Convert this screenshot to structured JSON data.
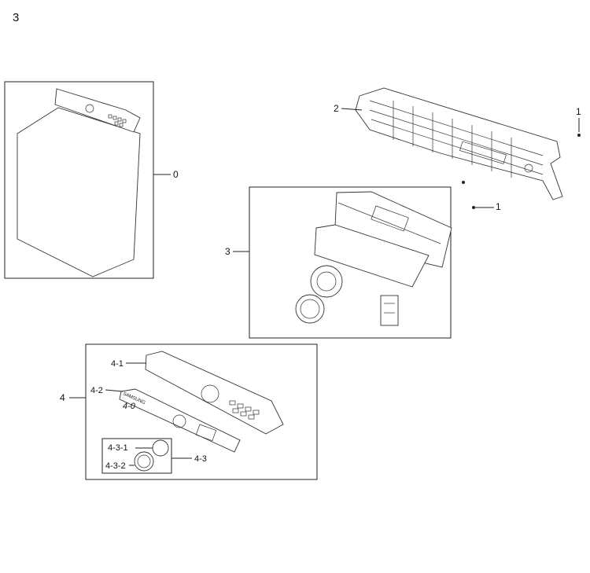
{
  "diagram": {
    "page_number": "3",
    "callouts": {
      "c0": "0",
      "c1a": "1",
      "c1b": "1",
      "c2": "2",
      "c3": "3",
      "c4": "4",
      "c4_0": "4-0",
      "c4_1": "4-1",
      "c4_2": "4-2",
      "c4_3": "4-3",
      "c4_3_1": "4-3-1",
      "c4_3_2": "4-3-2"
    },
    "brand_text": "SAMSUNG"
  }
}
